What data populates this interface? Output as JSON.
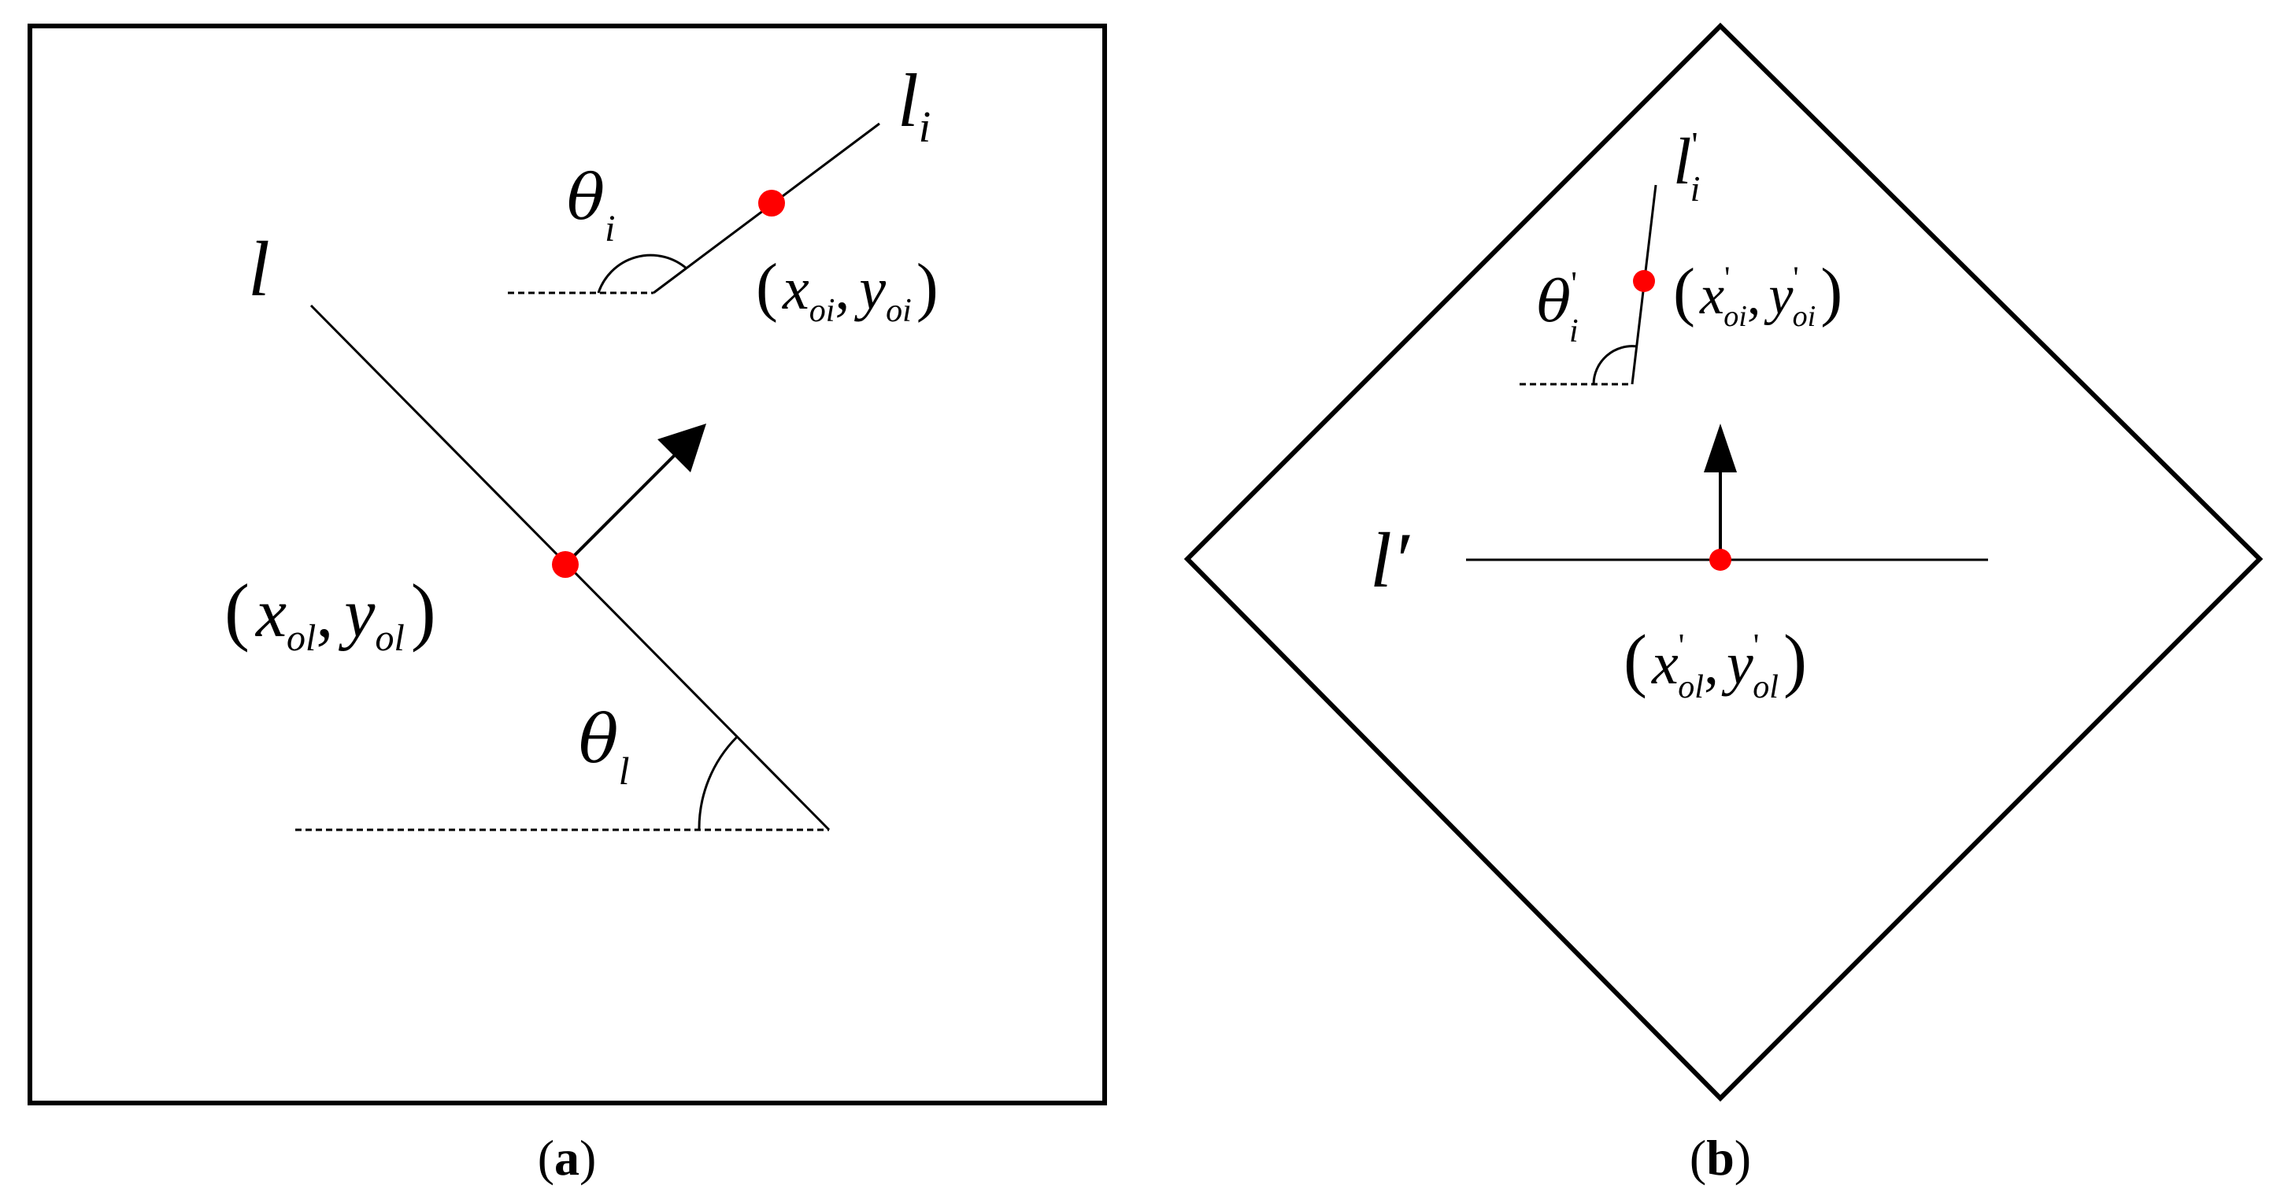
{
  "panel_a": {
    "label": "a",
    "line_label": "l",
    "segment_label": {
      "base": "l",
      "sub": "i"
    },
    "segment_angle": {
      "base": "θ",
      "sub": "i"
    },
    "segment_point": {
      "x": "x",
      "x_sub": "oi",
      "sep": ",",
      "y": "y",
      "y_sub": "oi"
    },
    "line_point": {
      "x": "x",
      "x_sub": "ol",
      "sep": ",",
      "y": "y",
      "y_sub": "ol"
    },
    "line_angle": {
      "base": "θ",
      "sub": "l"
    }
  },
  "panel_b": {
    "label": "b",
    "segment_label": {
      "base": "l",
      "sub": "i",
      "prime": "'"
    },
    "segment_angle": {
      "base": "θ",
      "sub": "i",
      "prime": "'"
    },
    "segment_point": {
      "x": "x",
      "x_sub": "oi",
      "prime": "'",
      "sep": ",",
      "y": "y",
      "y_sub": "oi"
    },
    "line_label": "l′",
    "line_point": {
      "x": "x",
      "x_sub": "ol",
      "prime": "'",
      "sep": ",",
      "y": "y",
      "y_sub": "ol"
    }
  },
  "caption": {
    "open": "(",
    "close": ")"
  },
  "colors": {
    "stroke": "#000000",
    "point": "#ff0000",
    "background": "#ffffff"
  }
}
